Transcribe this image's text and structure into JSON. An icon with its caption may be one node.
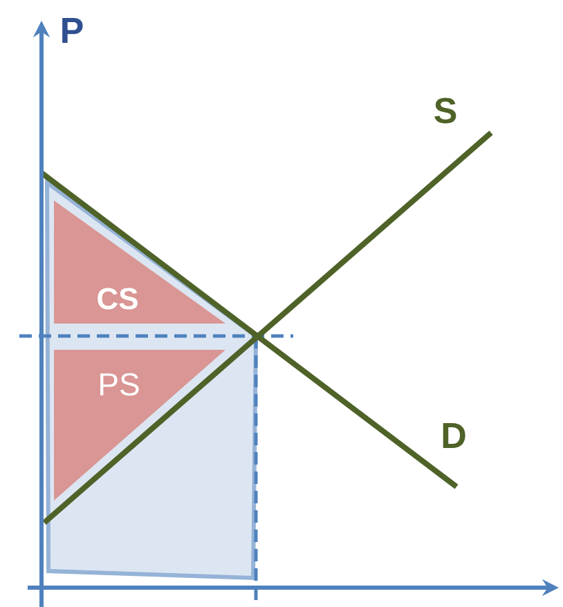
{
  "diagram": {
    "labels": [
      "P",
      "S",
      "CS",
      "PS",
      "D"
    ]
  }
}
